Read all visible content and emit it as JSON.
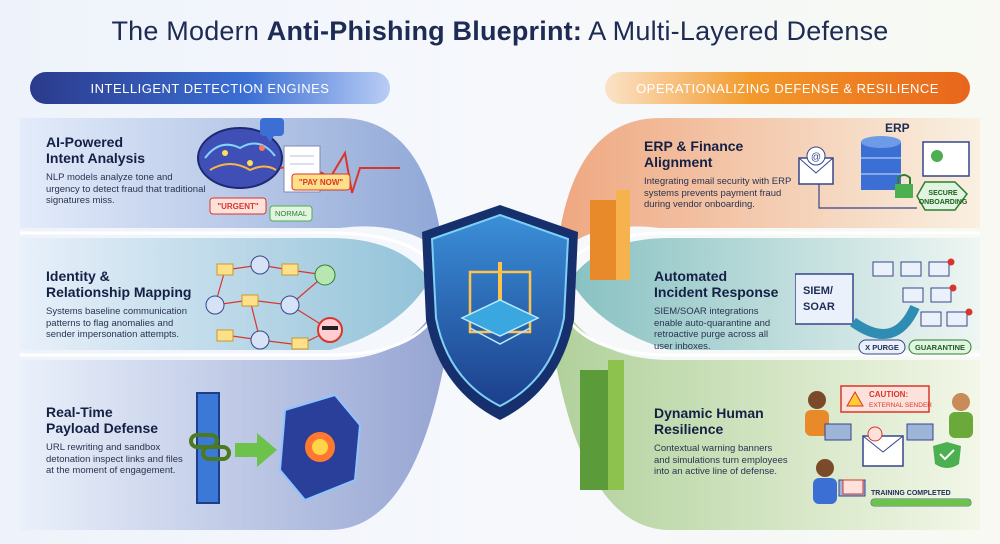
{
  "title": {
    "prefix": "The Modern ",
    "bold": "Anti-Phishing Blueprint:",
    "suffix": " A Multi-Layered Defense"
  },
  "left_banner": "INTELLIGENT DETECTION ENGINES",
  "right_banner": "OPERATIONALIZING DEFENSE & RESILIENCE",
  "left_sections": [
    {
      "heading_1": "AI-Powered",
      "heading_2": "Intent Analysis",
      "body": "NLP models analyze tone and urgency to detect fraud that traditional signatures miss."
    },
    {
      "heading_1": "Identity &",
      "heading_2": "Relationship Mapping",
      "body": "Systems baseline communication patterns to flag anomalies and sender impersonation attempts."
    },
    {
      "heading_1": "Real-Time",
      "heading_2": "Payload Defense",
      "body": "URL rewriting and sandbox detonation inspect links and files at the moment of engagement."
    }
  ],
  "right_sections": [
    {
      "heading_1": "ERP & Finance",
      "heading_2": "Alignment",
      "body": "Integrating email security with ERP systems prevents payment fraud during vendor onboarding."
    },
    {
      "heading_1": "Automated",
      "heading_2": "Incident Response",
      "body": "SIEM/SOAR integrations enable auto-quarantine and retroactive purge across all user inboxes."
    },
    {
      "heading_1": "Dynamic Human",
      "heading_2": "Resilience",
      "body": "Contextual warning banners and simulations turn employees into an active line of defense."
    }
  ],
  "labels": {
    "pay_now": "\"PAY NOW\"",
    "urgent": "\"URGENT\"",
    "normal": "NORMAL",
    "erp": "ERP",
    "secure_1": "SECURE",
    "secure_2": "ONBOARDING",
    "siem_1": "SIEM/",
    "siem_2": "SOAR",
    "purge": "X PURGE",
    "quarantine": "GUARANTINE",
    "caution_1": "CAUTION:",
    "caution_2": "EXTERNAL SENDER",
    "training": "TRAINING COMPLETED"
  },
  "colors": {
    "navy": "#1d2b55",
    "blue": "#3b6fd4",
    "orange": "#e8651b",
    "green": "#4caf50",
    "red": "#d9362b"
  }
}
